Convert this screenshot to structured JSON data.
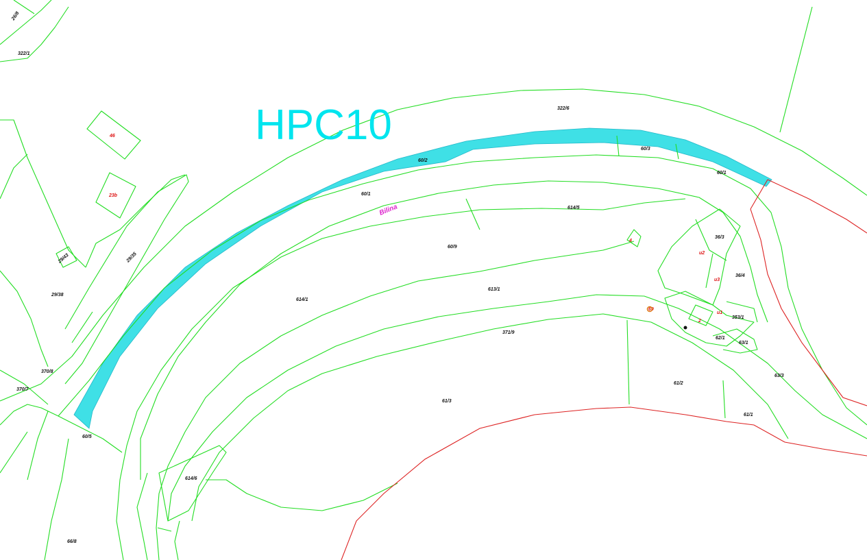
{
  "map": {
    "title": "HPC10",
    "stream_name": "Bilina",
    "colors": {
      "parcel_lines": "#22dd22",
      "boundary_lines": "#dd2222",
      "highlight_fill": "#3fe0e6",
      "title_text": "#00e5ee",
      "stream_label": "#dd22cc",
      "building_label": "#dd1111"
    },
    "parcel_labels": {
      "p_26_8": "26/8",
      "p_322_1": "322/1",
      "p_322_6": "322/6",
      "p_60_2": "60/2",
      "p_60_3": "60/3",
      "p_60_1a": "60/1",
      "p_60_1b": "60/1",
      "p_614_5": "614/5",
      "p_60_9": "60/9",
      "p_614_1": "614/1",
      "p_613_1": "613/1",
      "p_371_9": "371/9",
      "p_29_43": "29/43",
      "p_29_38": "29/38",
      "p_29_35": "29/35",
      "p_370_8": "370/8",
      "p_370_7": "370/7",
      "p_36_3": "36/3",
      "p_36_4": "36/4",
      "p_353_1": "353/1",
      "p_62_1": "62/1",
      "p_63_1": "63/1",
      "p_61_2": "61/2",
      "p_61_3": "61/3",
      "p_61_1": "61/1",
      "p_60_5": "60/5",
      "p_63_3": "63/3",
      "p_614_6": "614/6",
      "p_66_8": "66/8"
    },
    "building_labels": {
      "b_46": "46",
      "b_23b": "23b",
      "b_4": "4",
      "b_u2": "u2",
      "b_u3": "u3",
      "b_u1": "u1",
      "b_69": "69",
      "b_2": "2"
    }
  }
}
